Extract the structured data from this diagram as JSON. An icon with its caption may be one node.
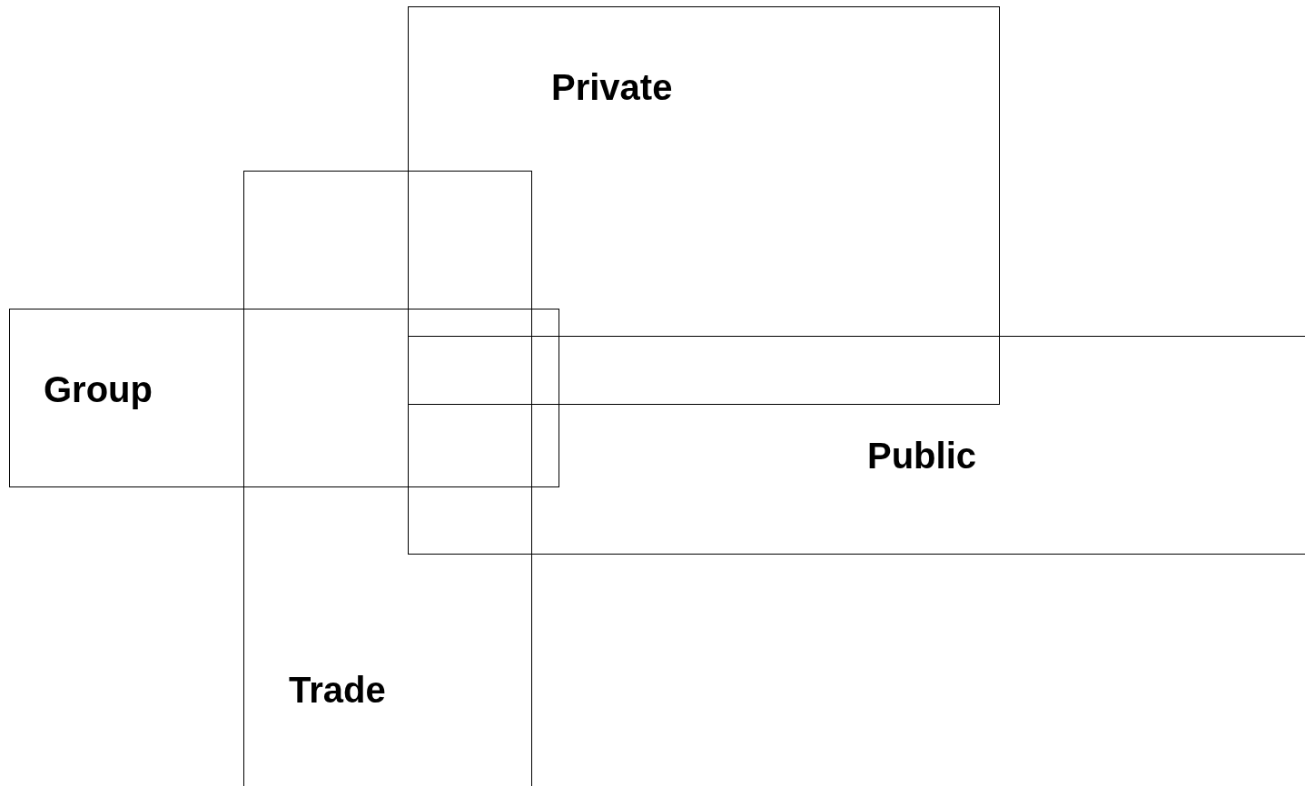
{
  "diagram": {
    "nodes": [
      {
        "text": [
          "Private"
        ]
      },
      {
        "text": [
          "Trade"
        ]
      },
      {
        "text": [
          "Group"
        ]
      },
      {
        "text": [
          "Public"
        ]
      }
    ]
  }
}
